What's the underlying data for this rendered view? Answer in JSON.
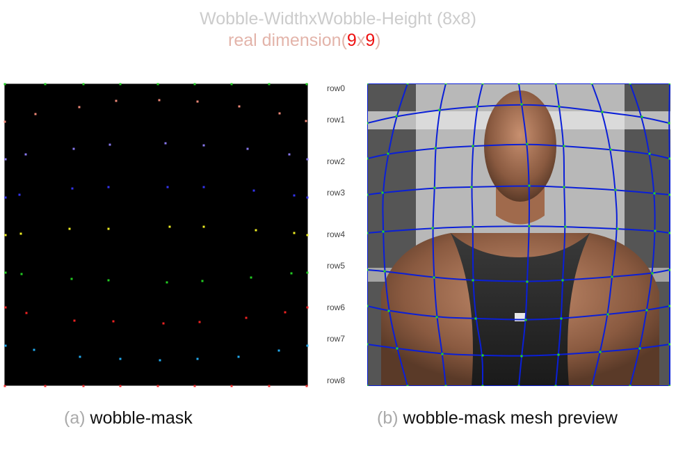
{
  "header": {
    "title": "Wobble-WidthxWobble-Height (8x8)",
    "subtitle_prefix": "real dimension(",
    "subtitle_w": "9",
    "subtitle_sep": "x",
    "subtitle_h": "9",
    "subtitle_suffix": ")"
  },
  "row_labels": [
    "row0",
    "row1",
    "row2",
    "row3",
    "row4",
    "row5",
    "row6",
    "row7",
    "row8"
  ],
  "captions": {
    "left_tag": "(a)",
    "left_text": " wobble-mask",
    "right_tag": "(b)",
    "right_text": " wobble-mask mesh preview"
  },
  "colors": {
    "mesh_line": "#0a1fd8",
    "mesh_point": "#22dd22",
    "mask_background": "#000000",
    "row_point_colors": [
      "#22cc22",
      "#ee8877",
      "#8877ee",
      "#3333ee",
      "#eeee22",
      "#22cc22",
      "#ee2222",
      "#22aaee",
      "#ee3333"
    ]
  },
  "mesh": {
    "rows": 9,
    "cols": 9
  }
}
